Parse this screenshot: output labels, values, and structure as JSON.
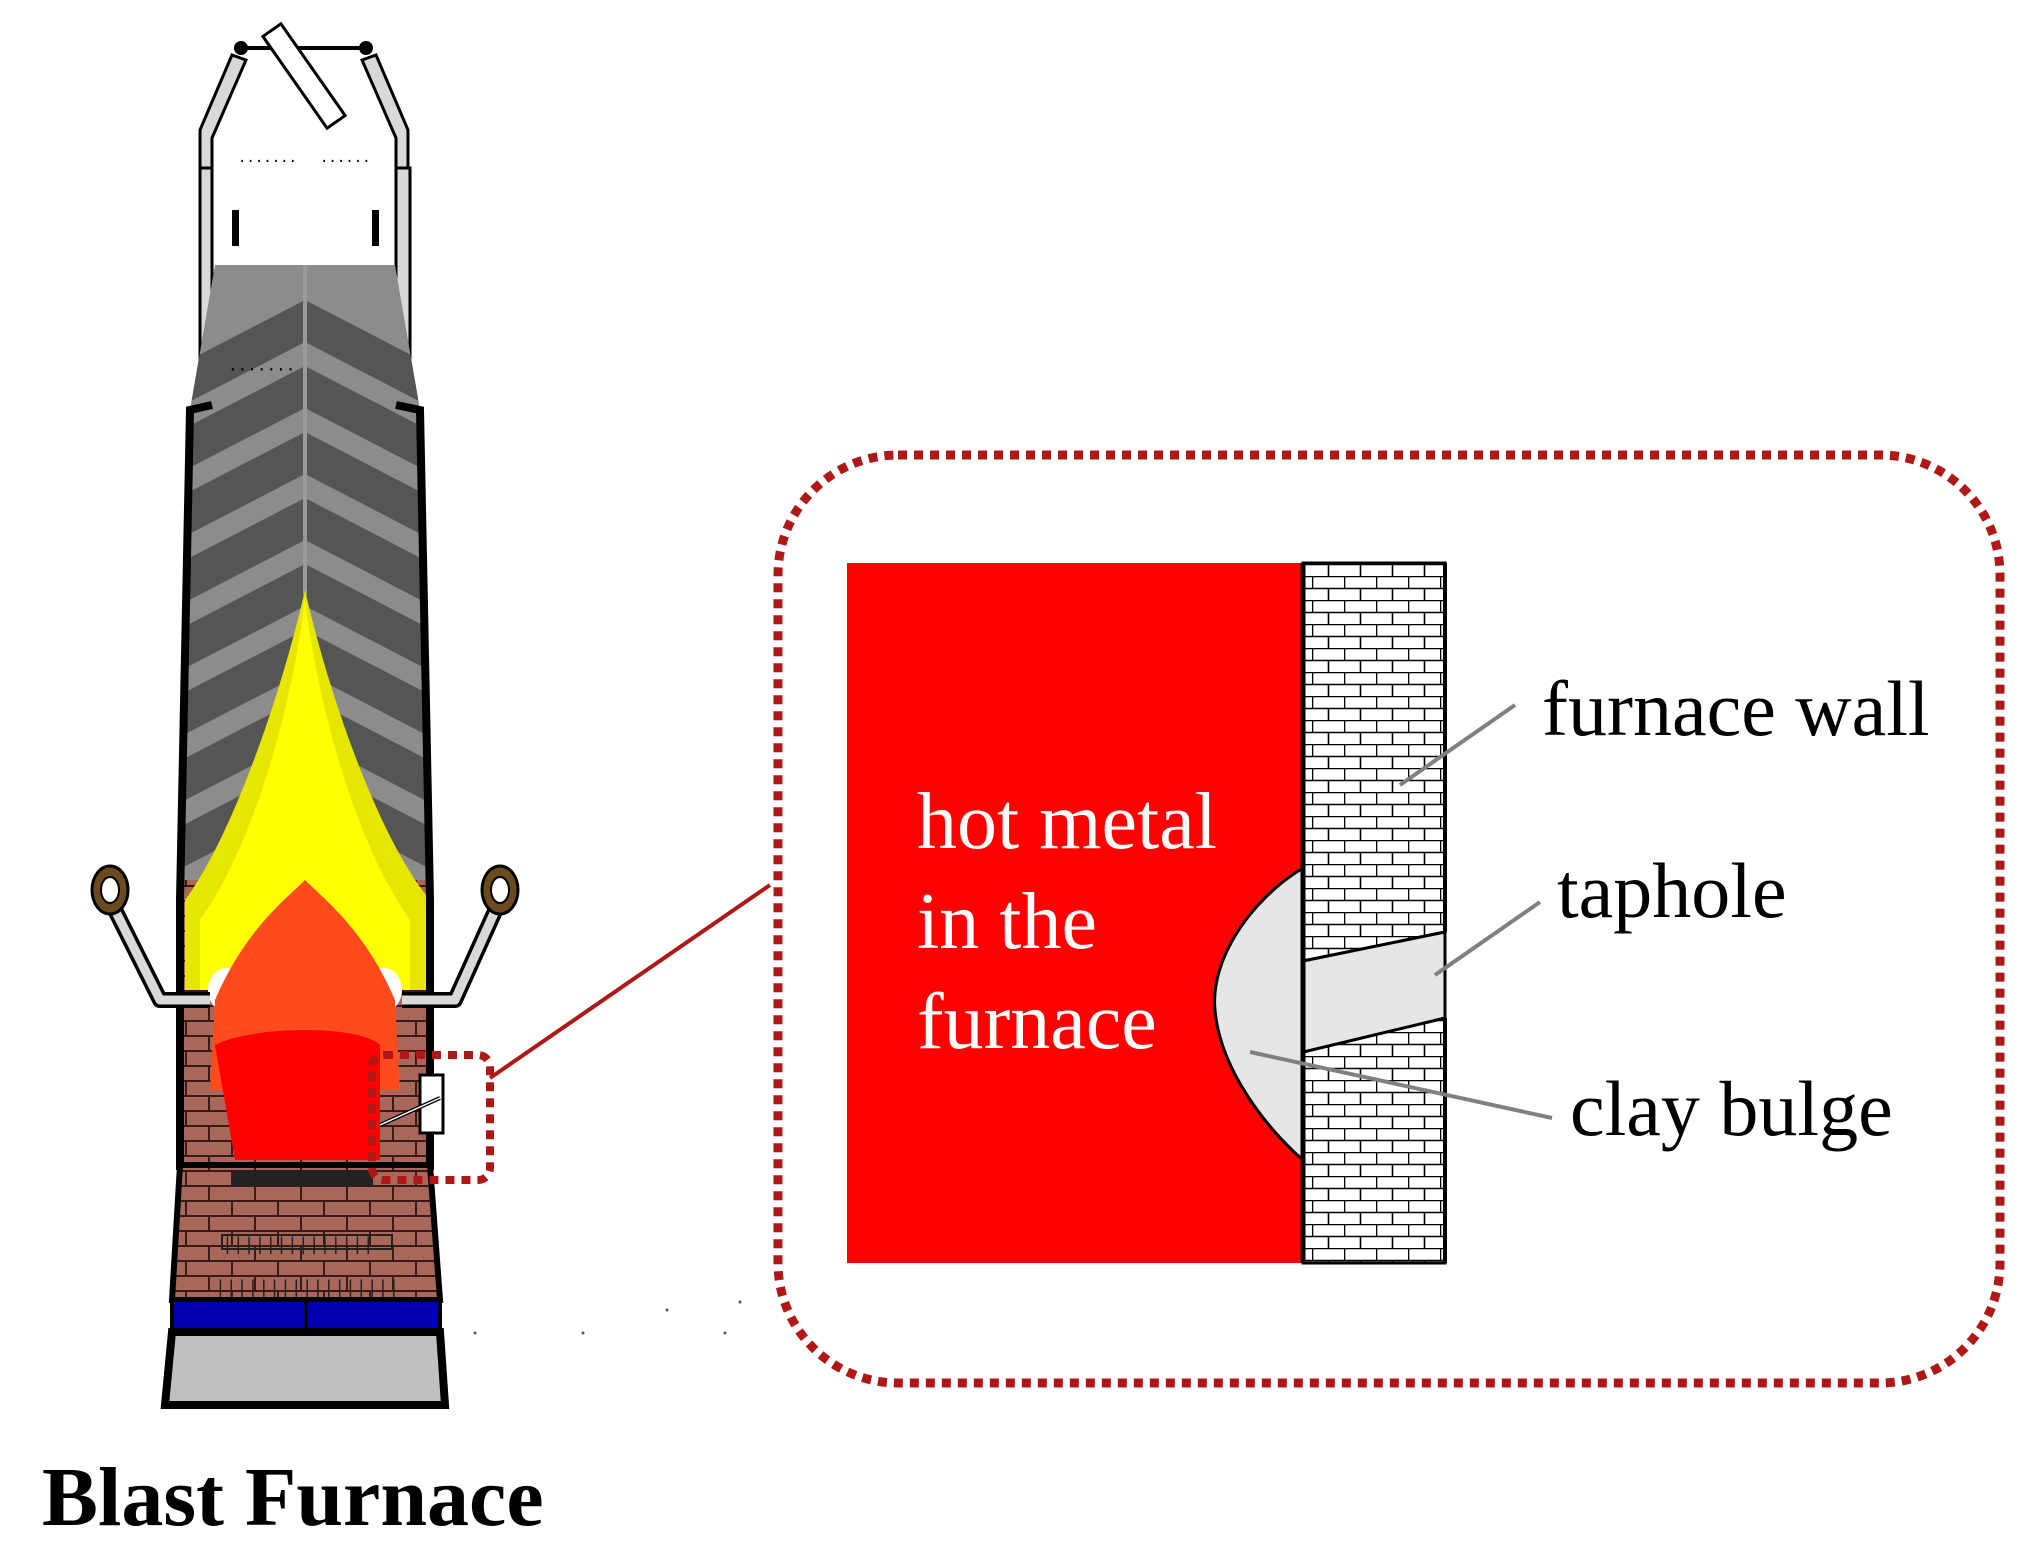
{
  "figure": {
    "title": "Blast Furnace",
    "labels": {
      "furnace_wall": "furnace wall",
      "taphole": "taphole",
      "clay_bulge": "clay bulge"
    },
    "hot_metal_lines": [
      "hot metal",
      "in the",
      "furnace"
    ]
  },
  "colors": {
    "hot_metal": "#ff0000",
    "hearth_orange": "#ff4a1c",
    "cohesive_yellow": "#ffff00",
    "pale_yellow": "#e6e600",
    "brick": "#a8675a",
    "ore_layer": "#555555",
    "coke_layer": "#8c8c8c",
    "shell": "#000000",
    "steel_gray": "#d9d9d9",
    "cooling_blue": "#0000b0",
    "base_gray": "#c0c0c0",
    "callout_border": "#b01818",
    "leader_line": "#808080",
    "clay": "#e6e6e6",
    "tuyere_ring": "#6b4a1e"
  }
}
